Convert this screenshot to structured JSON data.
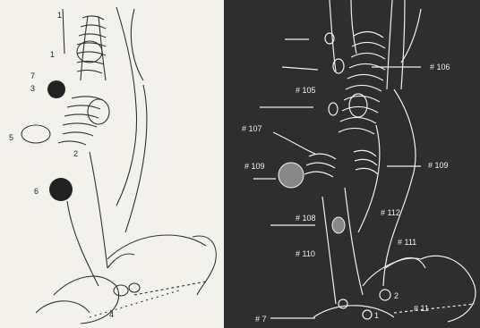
{
  "left_panel": {
    "labels": [
      "1",
      "1",
      "7",
      "3",
      "5",
      "2",
      "6",
      "4"
    ]
  },
  "right_panel": {
    "labels": {
      "l105": "# 105",
      "l106": "# 106",
      "l107": "# 107",
      "l108": "# 108",
      "l109a": "# 109",
      "l109b": "# 109",
      "l110": "# 110",
      "l111": "# 111",
      "l112": "# 112",
      "l7": "# 7",
      "l11": "# 11",
      "l2": "2",
      "l1": "1"
    }
  },
  "colors": {
    "left_bg": "#f3f1ec",
    "right_bg": "#2e2e2e",
    "ink": "#222222",
    "chalk": "#eeeeee"
  }
}
